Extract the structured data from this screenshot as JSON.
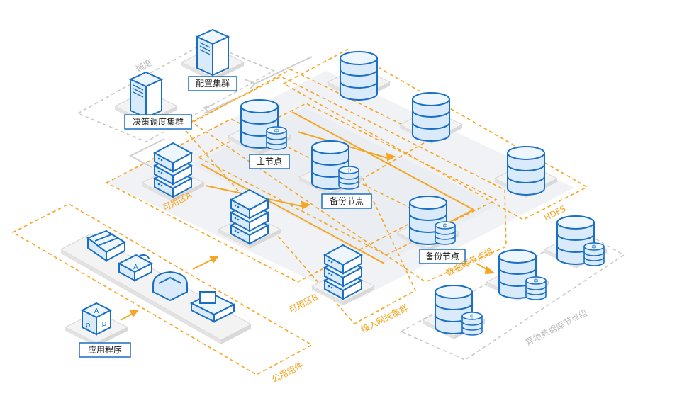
{
  "labels": {
    "app": "应用程序",
    "public_components": "公用组件",
    "zone_a": "可用区A",
    "zone_b": "可用区B",
    "gateway_cluster": "接入网关集群",
    "master_node": "主节点",
    "backup_node_1": "备份节点",
    "backup_node_2": "备份节点",
    "db_node_group": "数据库节点组",
    "hdfs": "HDFS",
    "remote_db_group": "异地数据库节点组",
    "schedule": "调度",
    "decision_cluster": "决策调度集群",
    "config_cluster": "配置集群"
  },
  "cube_letters": {
    "a": "A",
    "p1": "p",
    "p2": "p"
  },
  "colors": {
    "orange": "#f5a623",
    "blue": "#1a6fc4",
    "light_blue": "#d9ebfa",
    "gray_dash": "#c8c8c8",
    "platform": "#f3f3f3",
    "lane": "#eceef2"
  }
}
